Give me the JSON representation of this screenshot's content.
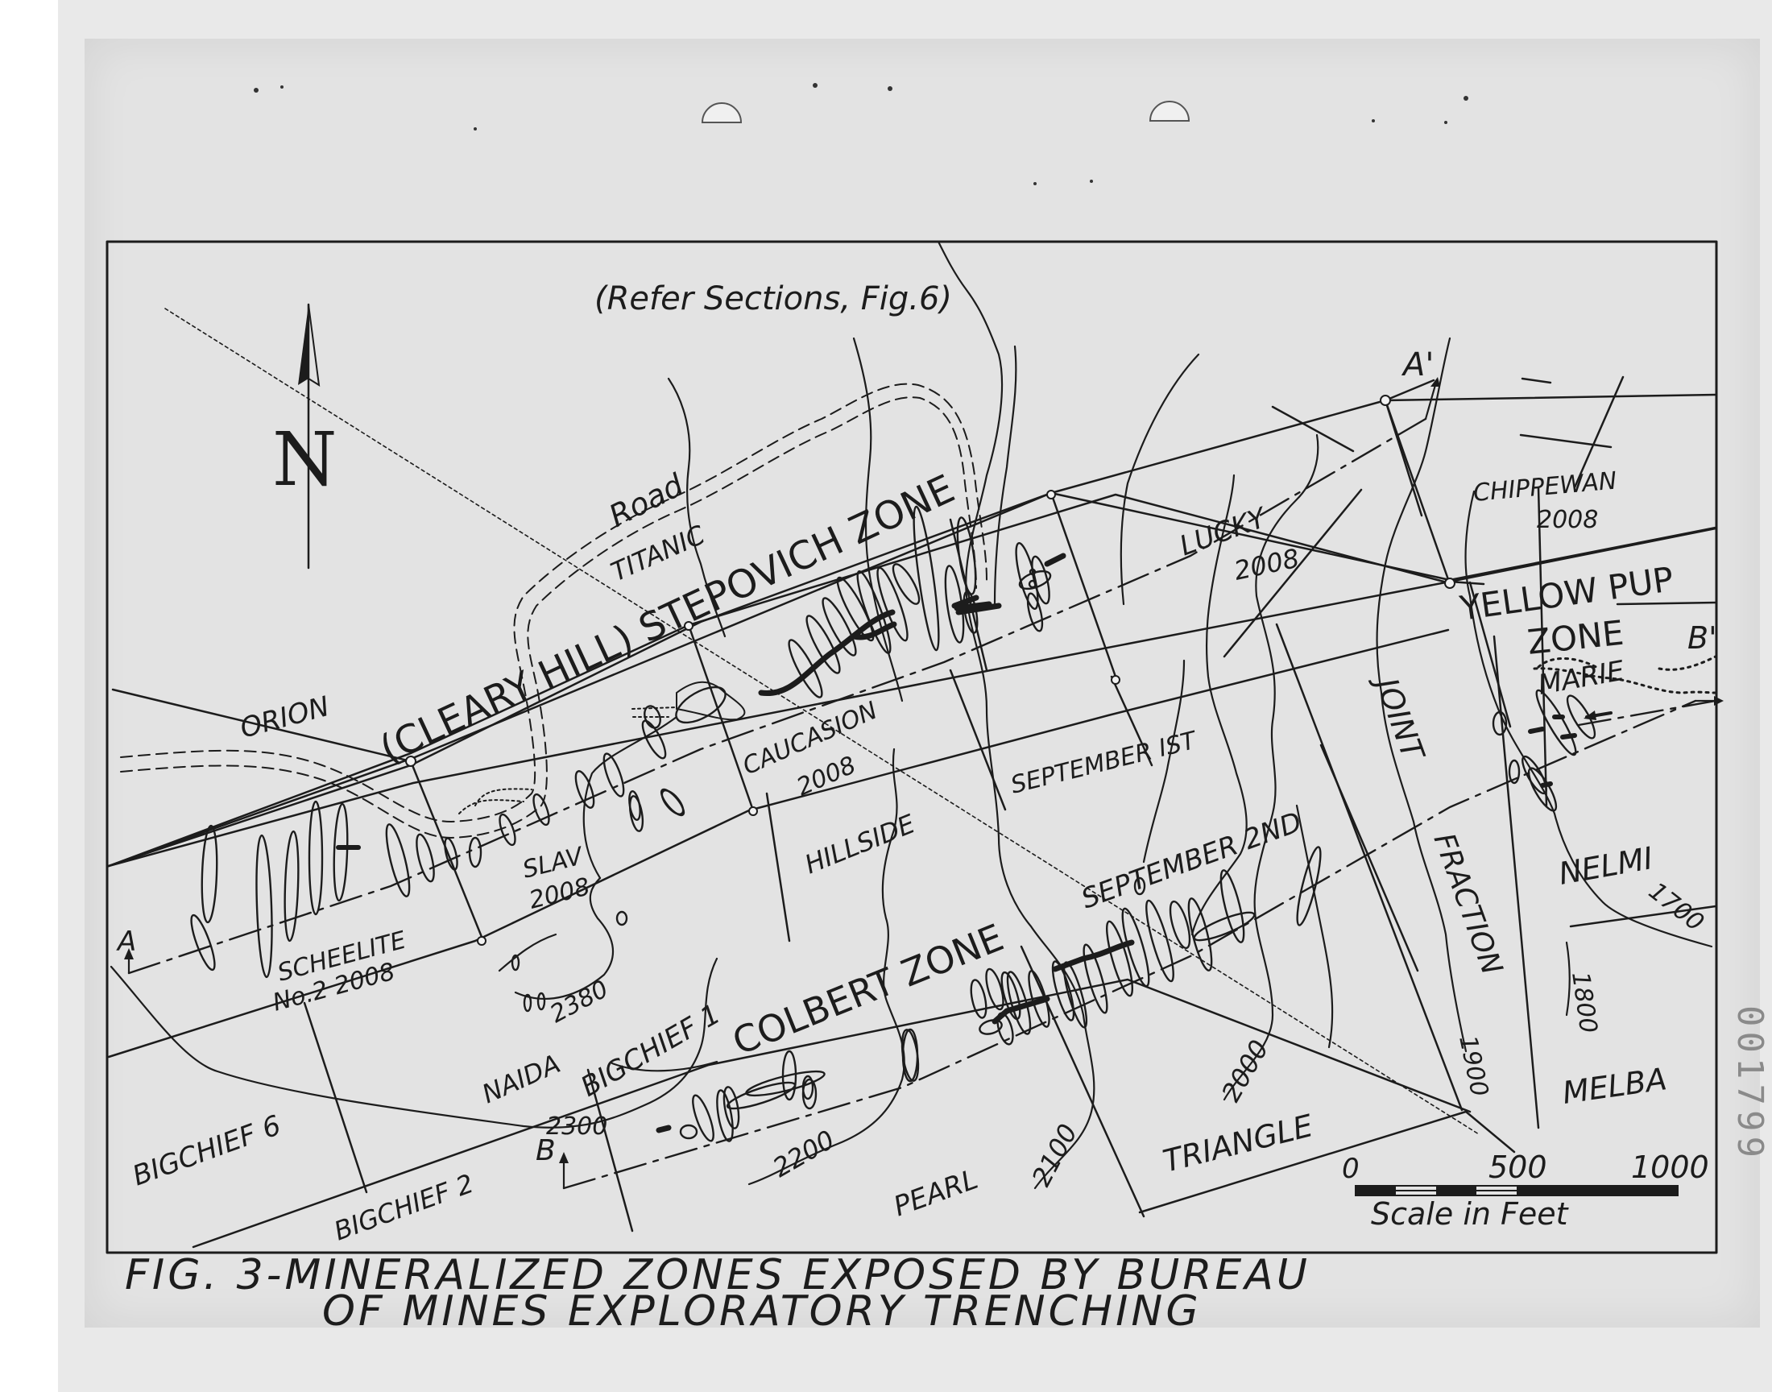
{
  "map": {
    "reference_note": "(Refer Sections, Fig.6)",
    "north_label": "N",
    "road_label": "Road",
    "section_markers": {
      "a_start": "A",
      "a_end": "A'",
      "b_start": "B",
      "b_end": "B'"
    },
    "zones": {
      "stepovich": "(CLEARY HILL) STEPOVICH ZONE",
      "colbert": "COLBERT ZONE",
      "yellow_pup_line1": "YELLOW PUP",
      "yellow_pup_line2": "ZONE"
    },
    "claims": {
      "orion": "ORION",
      "titanic": "TITANIC",
      "lucky": "LUCKY",
      "lucky_num": "2008",
      "chippewan": "CHIPPEWAN",
      "chippewan_num": "2008",
      "marie": "MARIE",
      "caucasion": "CAUCASION",
      "caucasion_num": "2008",
      "september_1st": "SEPTEMBER IST",
      "slav": "SLAV",
      "slav_num": "2008",
      "hillside": "HILLSIDE",
      "joint": "JOINT",
      "fraction": "FRACTION",
      "nelmi": "NELMI",
      "scheelite_line1": "SCHEELITE",
      "scheelite_line2": "No.2 2008",
      "september_2nd": "SEPTEMBER 2ND",
      "big_chief_1": "BIGCHIEF 1",
      "naida": "NAIDA",
      "big_chief_6": "BIGCHIEF 6",
      "big_chief_2": "BIGCHIEF 2",
      "pearl": "PEARL",
      "triangle": "TRIANGLE",
      "melba": "MELBA"
    },
    "contours": {
      "c2380": "2380",
      "c2300": "2300",
      "c2200": "2200",
      "c2100": "2100",
      "c2000": "2000",
      "c1900": "1900",
      "c1800": "1800",
      "c1700": "1700"
    },
    "scale": {
      "tick0": "0",
      "tick500": "500",
      "tick1000": "1000",
      "label": "Scale in Feet"
    },
    "caption_line1": "FIG. 3-MINERALIZED ZONES EXPOSED BY BUREAU",
    "caption_line2": "OF MINES EXPLORATORY TRENCHING",
    "margin_stamp": "001799"
  }
}
